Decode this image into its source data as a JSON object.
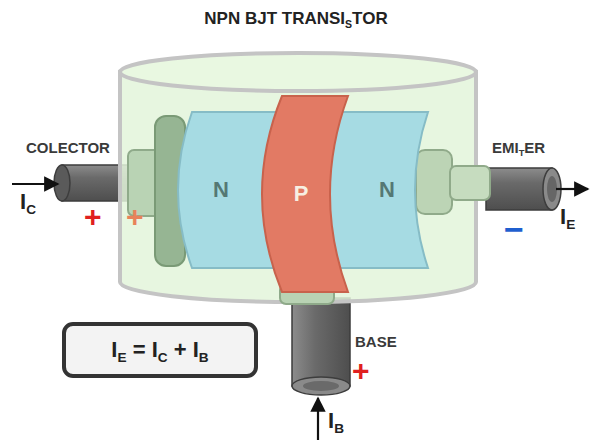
{
  "diagram": {
    "title": "NPN BJT TRANSISTOR",
    "nodes": [
      {
        "text": [
          "N"
        ]
      },
      {
        "text": [
          "P"
        ]
      },
      {
        "text": [
          "N"
        ]
      },
      {
        "text": [
          "IE = IC + IB"
        ]
      }
    ],
    "labels": [
      "COLECTOR",
      "EMITER",
      "BASE",
      "IC",
      "IE",
      "IB",
      "+",
      "+",
      "−",
      "+"
    ]
  }
}
